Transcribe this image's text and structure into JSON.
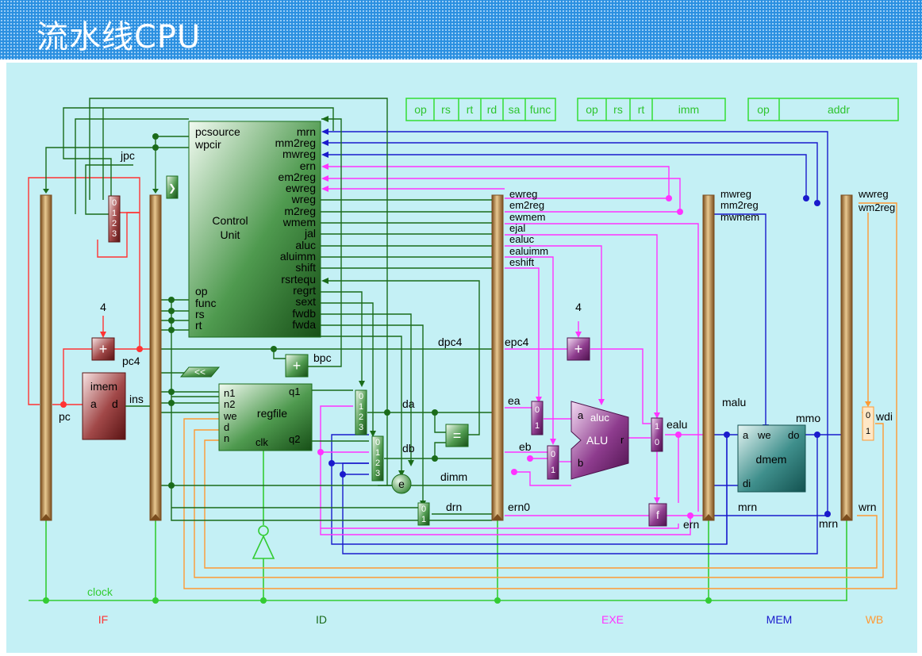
{
  "title": "流水线CPU",
  "instruction_formats": {
    "r_type": [
      "op",
      "rs",
      "rt",
      "rd",
      "sa",
      "func"
    ],
    "i_type": [
      "op",
      "rs",
      "rt",
      "imm"
    ],
    "j_type": [
      "op",
      "addr"
    ]
  },
  "control_unit": {
    "name_line1": "Control",
    "name_line2": "Unit",
    "left_outputs": [
      "pcsource",
      "wpcir"
    ],
    "left_inputs": [
      "op",
      "func",
      "rs",
      "rt"
    ],
    "right_signals": [
      "mrn",
      "mm2reg",
      "mwreg",
      "ern",
      "em2reg",
      "ewreg",
      "wreg",
      "m2reg",
      "wmem",
      "jal",
      "aluc",
      "aluimm",
      "shift",
      "rsrtequ",
      "regrt",
      "sext",
      "fwdb",
      "fwda"
    ]
  },
  "regfile": {
    "name": "regfile",
    "inputs": [
      "n1",
      "n2",
      "we",
      "d",
      "n"
    ],
    "outputs": [
      "q1",
      "q2"
    ],
    "clk": "clk"
  },
  "imem": {
    "name": "imem",
    "a": "a",
    "d": "d"
  },
  "dmem": {
    "name": "dmem",
    "a": "a",
    "we": "we",
    "do": "do",
    "di": "di"
  },
  "alu": {
    "name": "ALU",
    "aluc": "aluc",
    "a": "a",
    "b": "b",
    "r": "r"
  },
  "mux_labels": {
    "m4": [
      "0",
      "1",
      "2",
      "3"
    ],
    "m2": [
      "0",
      "1"
    ],
    "m2r": [
      "1",
      "0"
    ]
  },
  "blocks": {
    "adder": "+",
    "compare": "=",
    "ext": "e",
    "f": "f",
    "shuffle": "<<",
    "pc_inc": "4",
    "epc_inc": "4"
  },
  "id_exe_reg_signals": [
    "ewreg",
    "em2reg",
    "ewmem",
    "ejal",
    "ealuc",
    "ealuimm",
    "eshift"
  ],
  "exe_mem_reg_signals": [
    "mwreg",
    "mm2reg",
    "mwmem"
  ],
  "mem_wb_reg_signals": [
    "wwreg",
    "wm2reg"
  ],
  "wire_labels": {
    "jpc": "jpc",
    "pc": "pc",
    "pc4": "pc4",
    "ins": "ins",
    "bpc": "bpc",
    "dpc4": "dpc4",
    "epc4": "epc4",
    "da": "da",
    "db": "db",
    "dimm": "dimm",
    "drn": "drn",
    "ea": "ea",
    "eb": "eb",
    "ern0": "ern0",
    "ealu": "ealu",
    "ern": "ern",
    "malu": "malu",
    "mmo": "mmo",
    "mrn": "mrn",
    "mrn2": "mrn",
    "wrn": "wrn",
    "wdi": "wdi",
    "clock": "clock"
  },
  "stages": [
    "IF",
    "ID",
    "EXE",
    "MEM",
    "WB"
  ],
  "colors": {
    "if": "#ff3333",
    "id": "#1a6b1a",
    "exe": "#ff33ff",
    "mem": "#1a1acc",
    "wb": "#ff9933",
    "clock": "#33cc33",
    "background": "#c4f0f5",
    "banner": "#2a8fe0"
  }
}
